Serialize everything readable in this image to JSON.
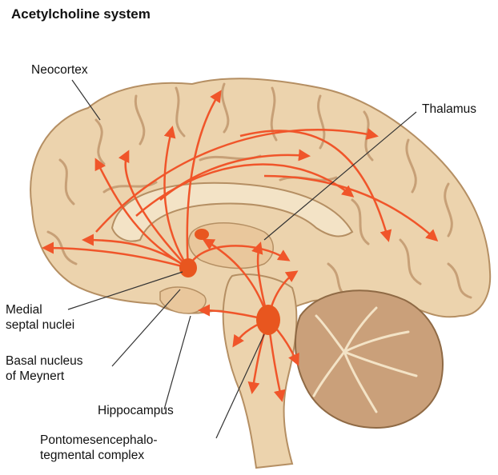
{
  "title": "Acetylcholine system",
  "labels": {
    "neocortex": "Neocortex",
    "thalamus": "Thalamus",
    "medial_septal_1": "Medial",
    "medial_septal_2": "septal nuclei",
    "basal_1": "Basal nucleus",
    "basal_2": "of Meynert",
    "hippocampus": "Hippocampus",
    "ponto_1": "Pontomesencephalo-",
    "ponto_2": "tegmental complex"
  },
  "colors": {
    "brain_fill": "#ecd3ad",
    "brain_edge": "#b58f63",
    "gyrus_line": "#c7a077",
    "inner_fill": "#f3e3c6",
    "cerebellum_fill": "#caa07a",
    "pathway": "#f0552a",
    "nucleus": "#e8561f",
    "leader": "#333333"
  }
}
